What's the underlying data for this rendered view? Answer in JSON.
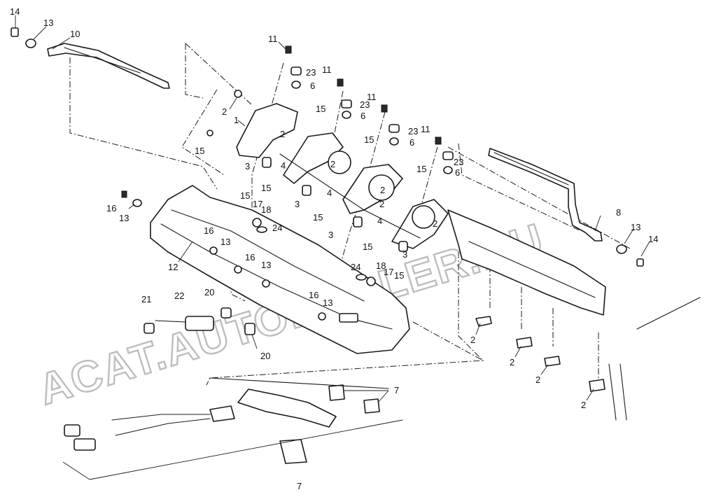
{
  "diagram": {
    "watermark_main": "ACAT.AUTODEALER.RU",
    "callouts": [
      {
        "id": "c14a",
        "text": "14"
      },
      {
        "id": "c13a",
        "text": "13"
      },
      {
        "id": "c10",
        "text": "10"
      },
      {
        "id": "c11a",
        "text": "11"
      },
      {
        "id": "c23a",
        "text": "23"
      },
      {
        "id": "c11b",
        "text": "11"
      },
      {
        "id": "c6a",
        "text": "6"
      },
      {
        "id": "c2a",
        "text": "2"
      },
      {
        "id": "c1",
        "text": "1"
      },
      {
        "id": "c23b",
        "text": "23"
      },
      {
        "id": "c11c",
        "text": "11"
      },
      {
        "id": "c6b",
        "text": "6"
      },
      {
        "id": "c15a",
        "text": "15"
      },
      {
        "id": "c2b",
        "text": "2"
      },
      {
        "id": "c23c",
        "text": "23"
      },
      {
        "id": "c11d",
        "text": "11"
      },
      {
        "id": "c6c",
        "text": "6"
      },
      {
        "id": "c15b",
        "text": "15"
      },
      {
        "id": "c15c",
        "text": "15"
      },
      {
        "id": "c23d",
        "text": "23"
      },
      {
        "id": "c6d",
        "text": "6"
      },
      {
        "id": "c2c",
        "text": "2"
      },
      {
        "id": "c3a",
        "text": "3"
      },
      {
        "id": "c4a",
        "text": "4"
      },
      {
        "id": "c15d",
        "text": "15"
      },
      {
        "id": "c15e",
        "text": "15"
      },
      {
        "id": "c2d",
        "text": "2"
      },
      {
        "id": "c4b",
        "text": "4"
      },
      {
        "id": "c16a",
        "text": "16"
      },
      {
        "id": "c13b",
        "text": "13"
      },
      {
        "id": "c15f",
        "text": "15"
      },
      {
        "id": "c17a",
        "text": "17"
      },
      {
        "id": "c18a",
        "text": "18"
      },
      {
        "id": "c3b",
        "text": "3"
      },
      {
        "id": "c2e",
        "text": "2"
      },
      {
        "id": "c2f",
        "text": "2"
      },
      {
        "id": "c15g",
        "text": "15"
      },
      {
        "id": "c24a",
        "text": "24"
      },
      {
        "id": "c4c",
        "text": "4"
      },
      {
        "id": "c8",
        "text": "8"
      },
      {
        "id": "c16b",
        "text": "16"
      },
      {
        "id": "c13c",
        "text": "13"
      },
      {
        "id": "c14b",
        "text": "14"
      },
      {
        "id": "c13d",
        "text": "13"
      },
      {
        "id": "c3c",
        "text": "3"
      },
      {
        "id": "c15h",
        "text": "15"
      },
      {
        "id": "c16c",
        "text": "16"
      },
      {
        "id": "c3d",
        "text": "3"
      },
      {
        "id": "c12",
        "text": "12"
      },
      {
        "id": "c13e",
        "text": "13"
      },
      {
        "id": "c24b",
        "text": "24"
      },
      {
        "id": "c18b",
        "text": "18"
      },
      {
        "id": "c17b",
        "text": "17"
      },
      {
        "id": "c15i",
        "text": "15"
      },
      {
        "id": "c20a",
        "text": "20"
      },
      {
        "id": "c16d",
        "text": "16"
      },
      {
        "id": "c22",
        "text": "22"
      },
      {
        "id": "c21",
        "text": "21"
      },
      {
        "id": "c13f",
        "text": "13"
      },
      {
        "id": "c2g",
        "text": "2"
      },
      {
        "id": "c2h",
        "text": "2"
      },
      {
        "id": "c2i",
        "text": "2"
      },
      {
        "id": "c20b",
        "text": "20"
      },
      {
        "id": "c7a",
        "text": "7"
      },
      {
        "id": "c2j",
        "text": "2"
      },
      {
        "id": "c7b",
        "text": "7"
      }
    ]
  }
}
